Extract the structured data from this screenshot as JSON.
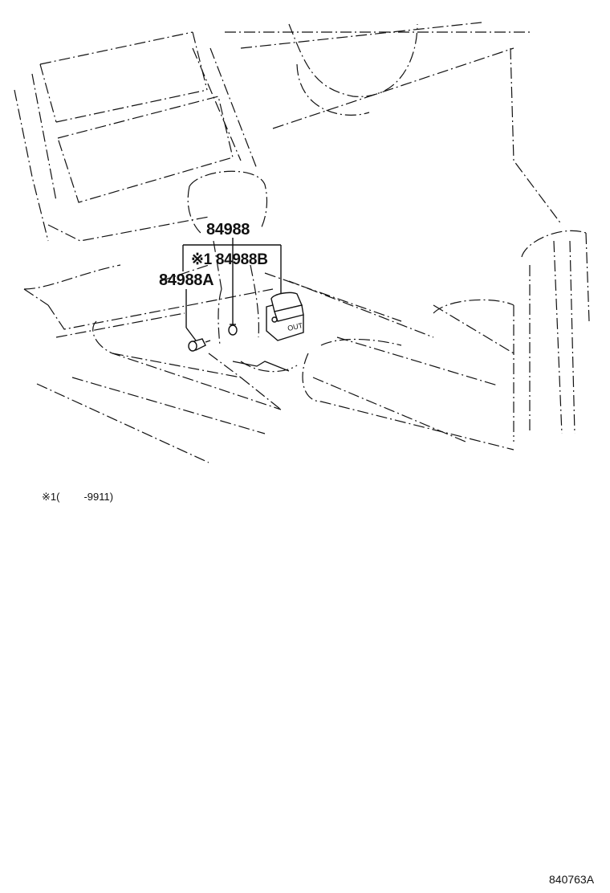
{
  "callouts": {
    "main": "84988",
    "variant_b": "※1 84988B",
    "variant_a": "84988A"
  },
  "switch_label": "OUT",
  "footnote": {
    "mark": "※1",
    "open_paren": "(",
    "range": "-9911)"
  },
  "illustration_code": "840763A"
}
